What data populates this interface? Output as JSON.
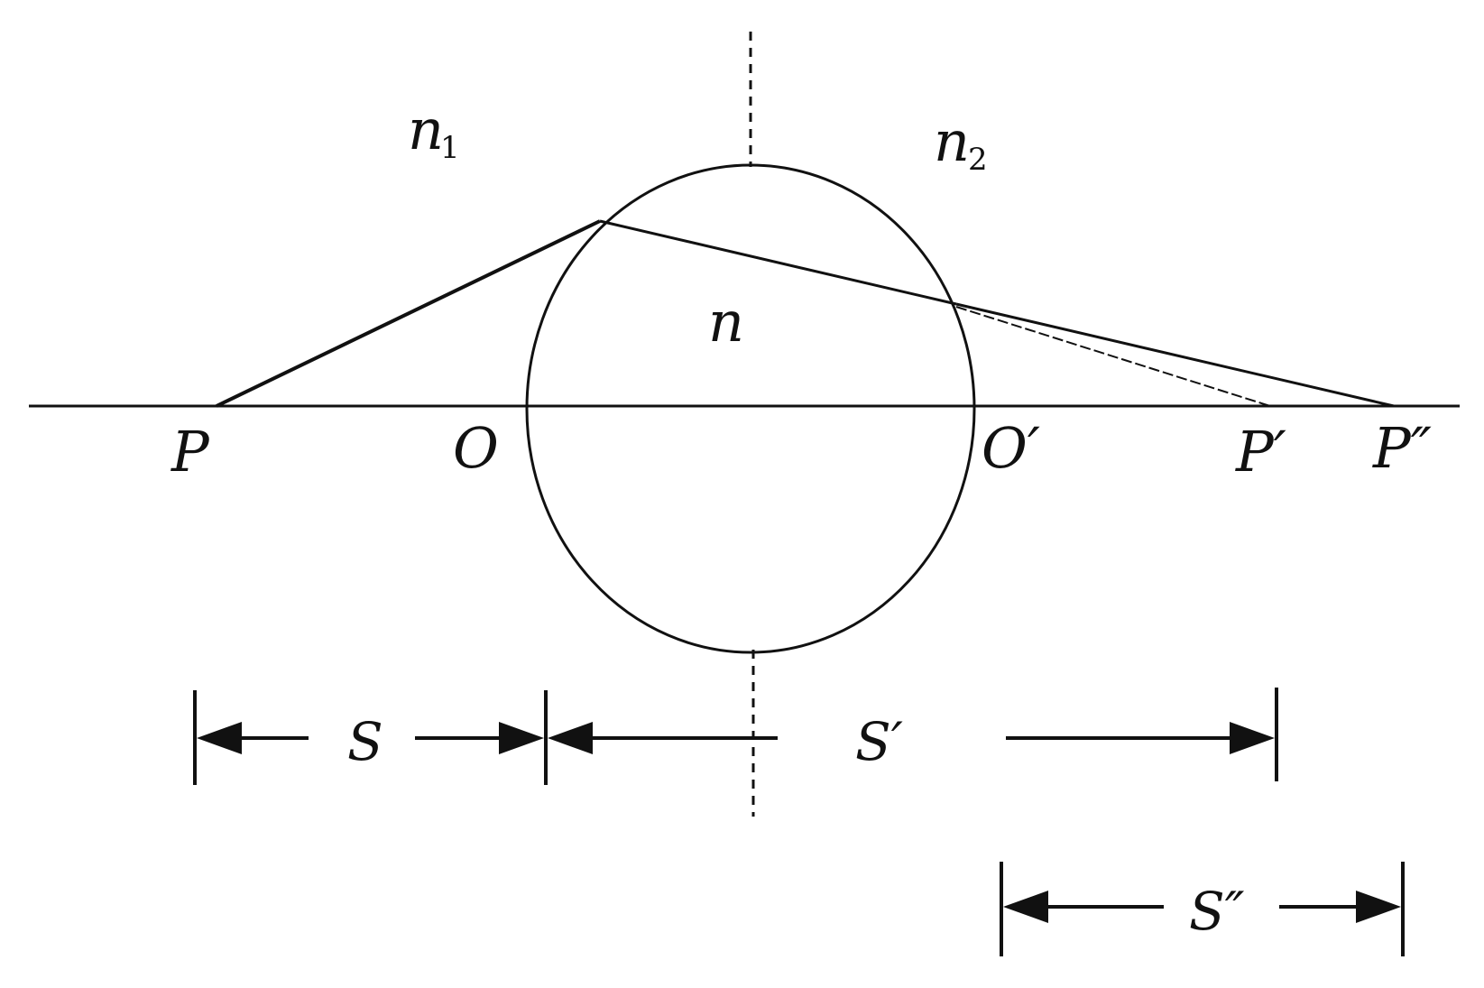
{
  "labels": {
    "n1": "n",
    "n1_sub": "1",
    "n2": "n",
    "n2_sub": "2",
    "n": "n",
    "P": "P",
    "O": "O",
    "O_prime": "O′",
    "P_prime": "P′",
    "P_double_prime": "P″",
    "S": "S",
    "S_prime": "S′",
    "S_double_prime": "S″"
  },
  "colors": {
    "ink": "#111111",
    "background": "#ffffff"
  }
}
